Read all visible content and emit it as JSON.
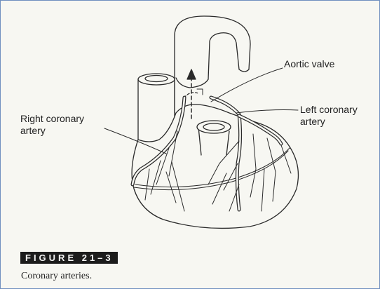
{
  "labels": {
    "right_coronary": "Right coronary\nartery",
    "aortic_valve": "Aortic valve",
    "left_coronary": "Left coronary\nartery"
  },
  "figure": {
    "number": "FIGURE 21–3",
    "caption": "Coronary arteries."
  },
  "colors": {
    "frame_border": "#6f8fbf",
    "ink": "#222222",
    "badge_background": "#1c1c1c"
  }
}
